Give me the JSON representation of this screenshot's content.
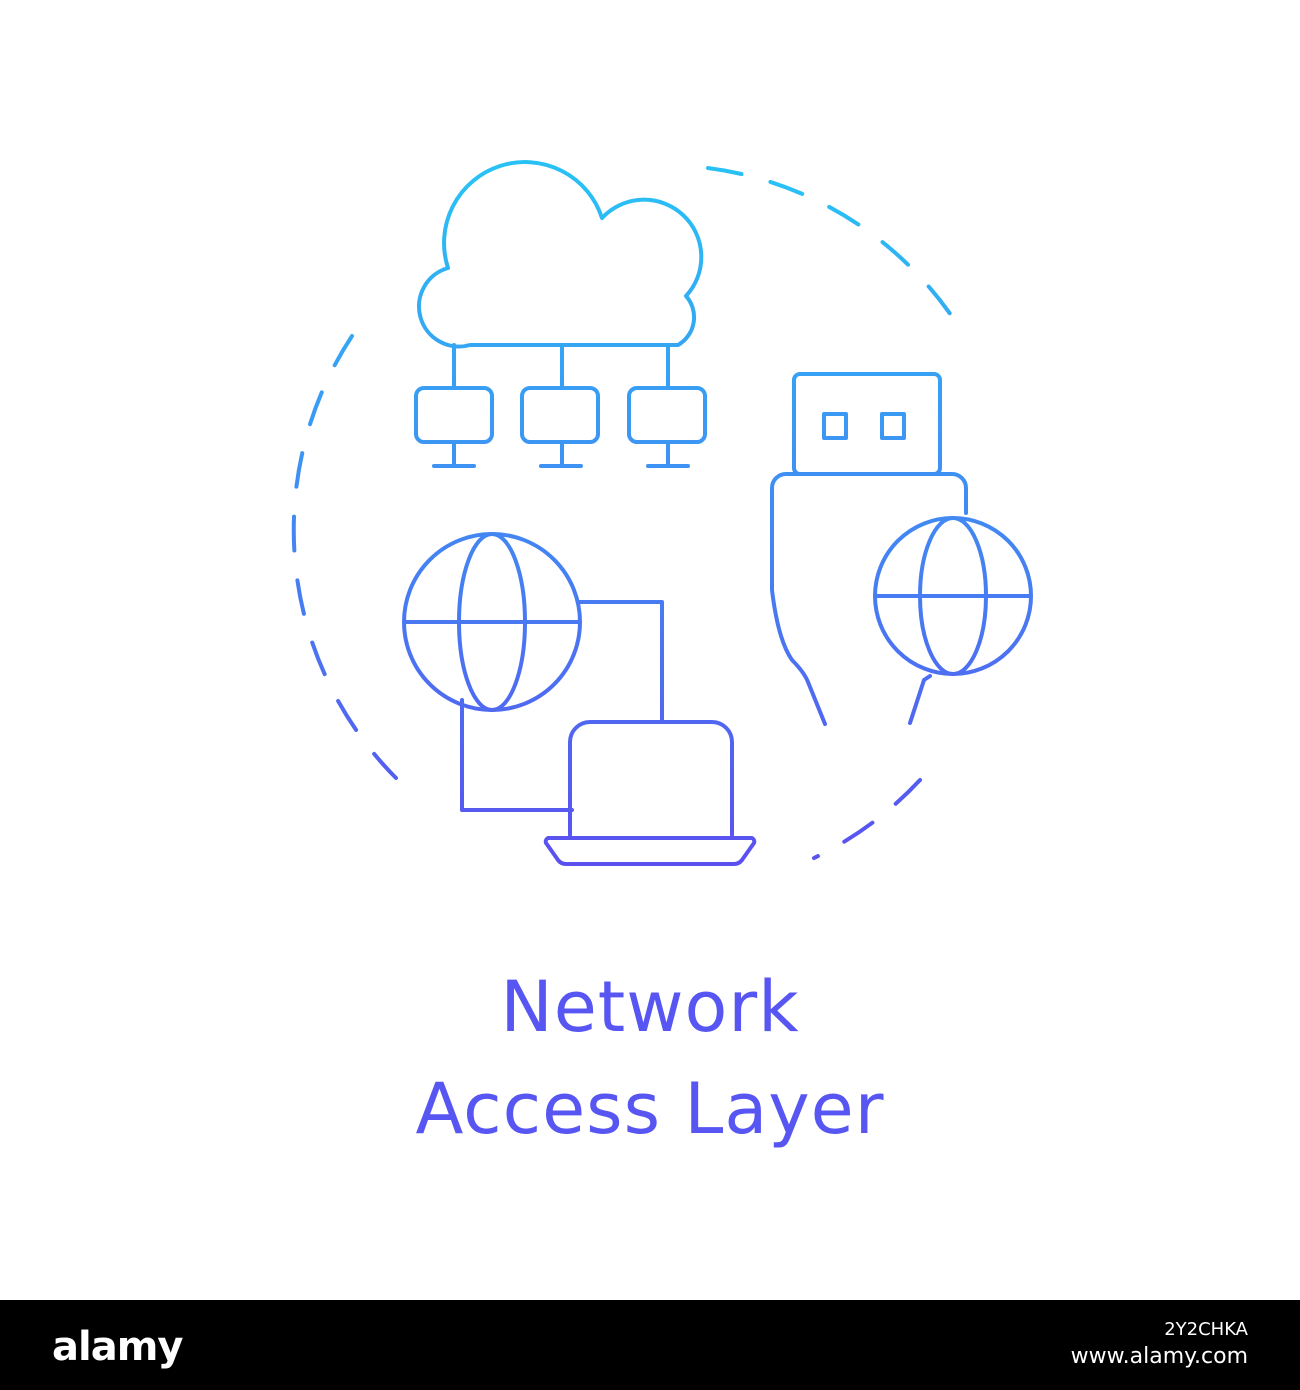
{
  "title": {
    "line1": "Network",
    "line2": "Access Layer"
  },
  "colors": {
    "gradient_top": "#29c1f5",
    "gradient_bottom": "#5b4ff0",
    "caption": "#5856f2",
    "footer_bg": "#000000",
    "footer_text": "#ffffff"
  },
  "icons": [
    "dashed-circle",
    "cloud-icon",
    "monitor-icon",
    "globe-icon",
    "laptop-icon",
    "usb-plug-icon"
  ],
  "footer": {
    "logo": "alamy",
    "image_id": "2Y2CHKA",
    "url": "www.alamy.com"
  }
}
